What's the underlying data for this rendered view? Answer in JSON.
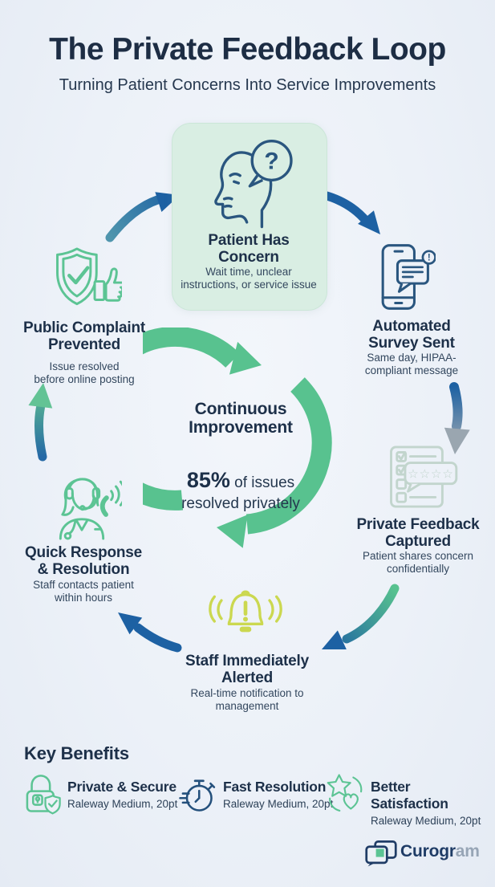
{
  "page": {
    "title": "The Private Feedback Loop",
    "subtitle": "Turning Patient Concerns Into Service Improvements",
    "background": "#edf1f8"
  },
  "loop": {
    "center": {
      "title": "Continuous\nImprovement",
      "stat_value": "85%",
      "stat_rest": " of issues\nresolved privately"
    },
    "stages": [
      {
        "id": "patient-has-concern",
        "title": "Patient Has\nConcern",
        "desc": "Wait time, unclear\ninstructions, or service issue",
        "icon": "head-question-icon",
        "accent": "#2a567f"
      },
      {
        "id": "automated-survey-sent",
        "title": "Automated\nSurvey Sent",
        "desc": "Same day, HIPAA-\ncompliant message",
        "icon": "phone-survey-icon",
        "accent": "#2a567f"
      },
      {
        "id": "private-feedback-captured",
        "title": "Private Feedback\nCaptured",
        "desc": "Patient shares concern\nconfidentially",
        "icon": "feedback-checklist-icon",
        "accent": "#c2d5cd"
      },
      {
        "id": "staff-immediately-alerted",
        "title": "Staff Immediately\nAlerted",
        "desc": "Real-time notification to\nmanagement",
        "icon": "alert-bell-icon",
        "accent": "#cbd850"
      },
      {
        "id": "quick-response-resolution",
        "title": "Quick Response\n& Resolution",
        "desc": "Staff contacts patient\nwithin hours",
        "icon": "support-agent-icon",
        "accent": "#5cc494"
      },
      {
        "id": "public-complaint-prevented",
        "title": "Public Complaint\nPrevented",
        "desc": "Issue resolved\nbefore online posting",
        "icon": "shield-thumbs-up-icon",
        "accent": "#5cc494"
      }
    ]
  },
  "benefits": {
    "heading": "Key Benefits",
    "items": [
      {
        "title": "Private & Secure",
        "desc": "Raleway Medium, 20pt",
        "icon": "lock-shield-icon",
        "accent": "#5cc494"
      },
      {
        "title": "Fast Resolution",
        "desc": "Raleway Medium, 20pt",
        "icon": "stopwatch-icon",
        "accent": "#24507c"
      },
      {
        "title": "Better Satisfaction",
        "desc": "Raleway Medium, 20pt",
        "icon": "star-heart-icon",
        "accent": "#5cc494"
      }
    ]
  },
  "footer": {
    "brand_main": "Curogr",
    "brand_fade": "am",
    "logo_icon": "chat-bubbles-logo-icon"
  },
  "glyphs": {
    "question": "?",
    "exclamation": "!",
    "stars": "☆☆☆☆"
  },
  "colors": {
    "navy_text": "#1d3049",
    "body_text": "#33475e",
    "loop_green": "#58c28f",
    "mint_box": "#d9eee3",
    "arrow_blue": "#1d61a3",
    "arrow_teal": "#4f95ad",
    "arrow_gray": "#9aa6b0",
    "lime": "#cbd850",
    "icon_navy": "#2a567f",
    "icon_green": "#5cc494",
    "checklist_gray_green": "#c2d5cd"
  }
}
